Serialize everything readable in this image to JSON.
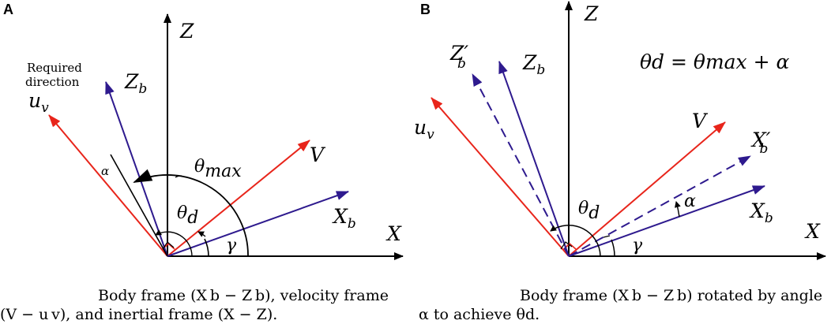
{
  "panels": {
    "a": {
      "letter": "A",
      "axes": {
        "x": "X",
        "z": "Z"
      },
      "velocity": {
        "v": "V",
        "u": "u",
        "u_sub": "v"
      },
      "body": {
        "x": "X",
        "x_sub": "b",
        "z": "Z",
        "z_sub": "b"
      },
      "required_direction": [
        "Required",
        "direction"
      ],
      "angles": {
        "theta_max": "θ",
        "theta_max_sub": "max",
        "theta_d": "θ",
        "theta_d_sub": "d",
        "gamma": "γ",
        "alpha": "α"
      },
      "caption_lines": [
        "Body frame (X b − Z b), velocity frame",
        "(V − u v), and inertial frame (X − Z)."
      ]
    },
    "b": {
      "letter": "B",
      "axes": {
        "x": "X",
        "z": "Z"
      },
      "velocity": {
        "v": "V",
        "u": "u",
        "u_sub": "v"
      },
      "body": {
        "x": "X",
        "x_sub": "b",
        "z": "Z",
        "z_sub": "b"
      },
      "rotated_body": {
        "x": "X′",
        "x_sub": "b",
        "z": "Z′",
        "z_sub": "b"
      },
      "equation": "θd = θmax + α",
      "angles": {
        "theta_d": "θ",
        "theta_d_sub": "d",
        "gamma": "γ",
        "alpha": "α"
      },
      "caption_lines": [
        "Body frame (X b − Z b) rotated by angle",
        "α to achieve θd."
      ]
    }
  },
  "colors": {
    "inertial": "#000000",
    "velocity": "#e8251b",
    "body": "#2e1a8e"
  }
}
